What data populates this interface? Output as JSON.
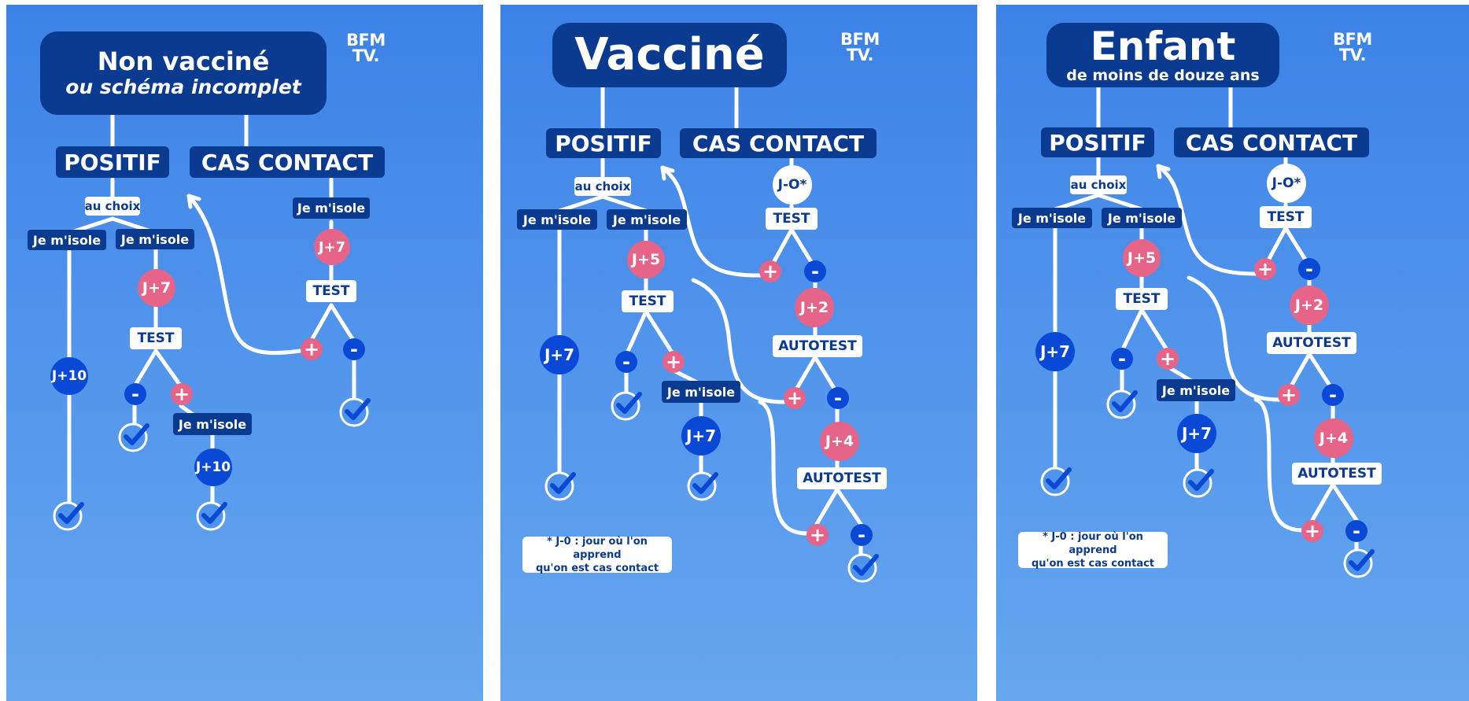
{
  "brand": {
    "line1": "BFM",
    "line2": "TV."
  },
  "panels": [
    {
      "title": "Non vacciné",
      "subtitle": "ou schéma incomplet",
      "col_positive": "POSITIF",
      "col_contact": "CAS CONTACT",
      "au_choix": "au choix",
      "isolate": "Je m'isole",
      "j7": "J+7",
      "j10": "J+10",
      "test": "TEST",
      "plus": "+",
      "minus": "-"
    },
    {
      "title": "Vacciné",
      "col_positive": "POSITIF",
      "col_contact": "CAS CONTACT",
      "au_choix": "au choix",
      "isolate": "Je m'isole",
      "j0": "J-O*",
      "j2": "J+2",
      "j4": "J+4",
      "j5": "J+5",
      "j7": "J+7",
      "test": "TEST",
      "autotest": "AUTOTEST",
      "plus": "+",
      "minus": "-",
      "note_line1": "* J-0 : jour où l'on apprend",
      "note_line2": "qu'on est cas contact"
    },
    {
      "title": "Enfant",
      "subtitle": "de moins de douze ans",
      "col_positive": "POSITIF",
      "col_contact": "CAS CONTACT",
      "au_choix": "au choix",
      "isolate": "Je m'isole",
      "j0": "J-O*",
      "j2": "J+2",
      "j4": "J+4",
      "j5": "J+5",
      "j7": "J+7",
      "test": "TEST",
      "autotest": "AUTOTEST",
      "plus": "+",
      "minus": "-",
      "note_line1": "* J-0 : jour où l'on apprend",
      "note_line2": "qu'on est cas contact"
    }
  ],
  "colors": {
    "background": "#4a8fe8",
    "navy": "#0b3a91",
    "pink": "#e56488",
    "blue": "#0a48d6",
    "white": "#ffffff"
  }
}
